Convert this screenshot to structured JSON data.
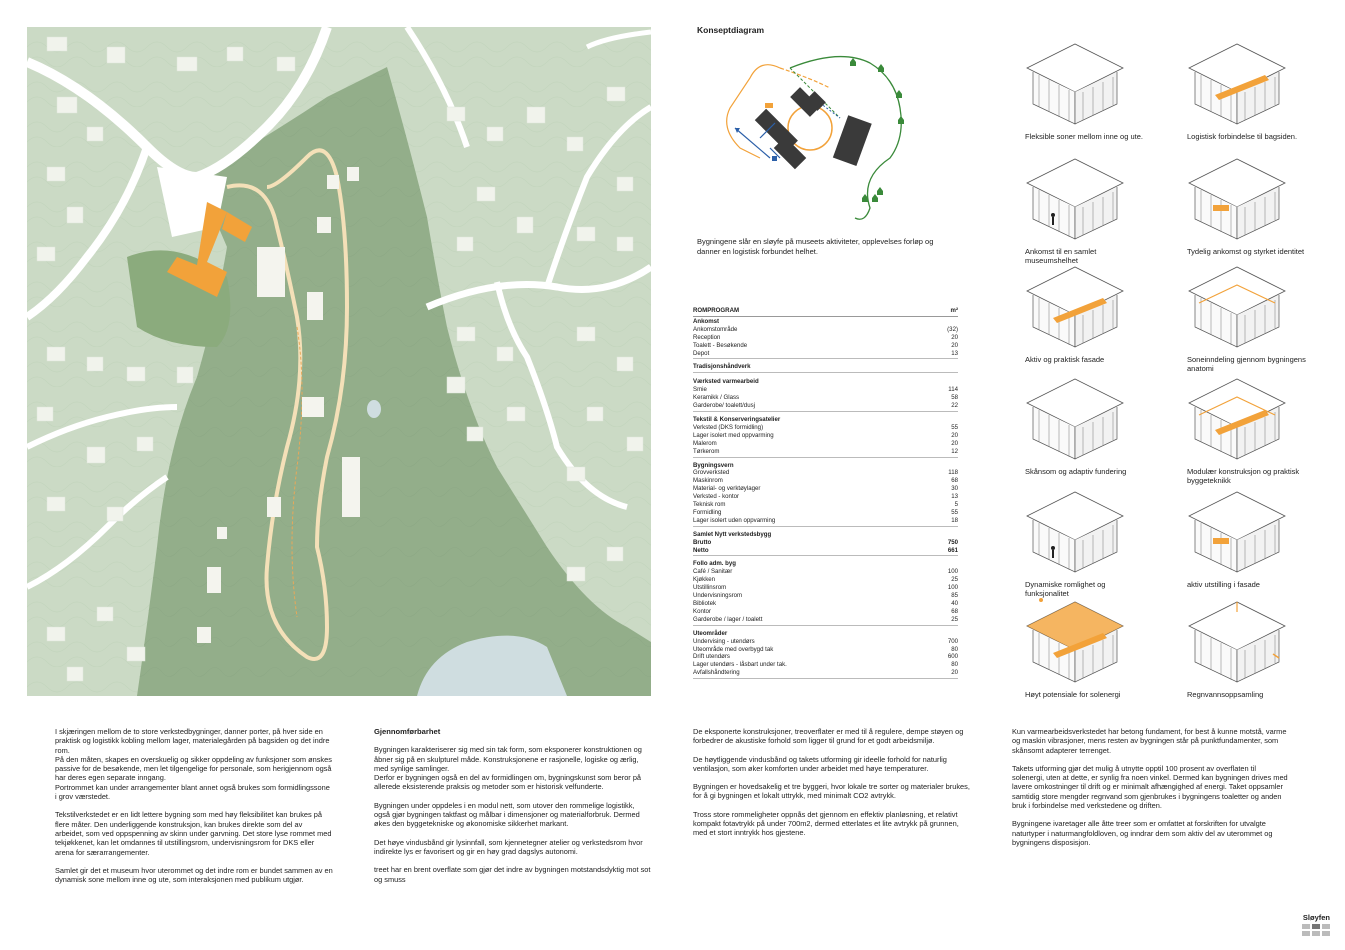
{
  "concept": {
    "title": "Konseptdiagram",
    "caption": "Bygningene slår en sløyfe på museets aktiviteter, opplevelses forløp og danner en logistisk forbundet helhet."
  },
  "romprogram": {
    "title": "ROMPROGRAM",
    "unit": "m²",
    "groups": [
      {
        "title": "Ankomst",
        "rows": [
          {
            "label": "Ankomstområde",
            "value": "(32)"
          },
          {
            "label": "Reception",
            "value": "20"
          },
          {
            "label": "Toalett - Besøkende",
            "value": "20"
          },
          {
            "label": "Depot",
            "value": "13"
          }
        ]
      },
      {
        "title": "Tradisjonshåndverk",
        "rows": []
      },
      {
        "title": "Værksted varmearbeid",
        "rows": [
          {
            "label": "Smie",
            "value": "114"
          },
          {
            "label": "Keramikk / Glass",
            "value": "58"
          },
          {
            "label": "Garderobe/ toalett/dusj",
            "value": "22"
          }
        ]
      },
      {
        "title": "Tekstil & Konserveringsatelier",
        "rows": [
          {
            "label": "Verksted (DKS formidling)",
            "value": "55"
          },
          {
            "label": "Lager isolert med oppvarming",
            "value": "20"
          },
          {
            "label": "Malerom",
            "value": "20"
          },
          {
            "label": "Tørkerom",
            "value": "12"
          }
        ]
      },
      {
        "title": "Bygningsvern",
        "rows": [
          {
            "label": "Grovverksted",
            "value": "118"
          },
          {
            "label": "Maskinrom",
            "value": "68"
          },
          {
            "label": "Material- og verktøylager",
            "value": "30"
          },
          {
            "label": "Verksted - kontor",
            "value": "13"
          },
          {
            "label": "Teknisk rom",
            "value": "5"
          },
          {
            "label": "Formidling",
            "value": "55"
          },
          {
            "label": "Lager isolert uden oppvarming",
            "value": "18"
          }
        ]
      },
      {
        "title": "Samlet  Nytt verkstedsbygg",
        "rows": [
          {
            "label": "Brutto",
            "value": "750",
            "bold": true
          },
          {
            "label": "Netto",
            "value": "661",
            "bold": true
          }
        ]
      },
      {
        "title": "Follo adm. byg",
        "rows": [
          {
            "label": "Café / Sanitær",
            "value": "100"
          },
          {
            "label": "Kjøkken",
            "value": "25"
          },
          {
            "label": "Utstillinsrom",
            "value": "100"
          },
          {
            "label": "Undervisningsrom",
            "value": "85"
          },
          {
            "label": "Bibliotek",
            "value": "40"
          },
          {
            "label": "Kontor",
            "value": "68"
          },
          {
            "label": "Garderobe / lager / toalett",
            "value": "25"
          }
        ]
      },
      {
        "title": "Uteområder",
        "rows": [
          {
            "label": "Undervising - utendørs",
            "value": "700"
          },
          {
            "label": "Uteområde med overbygd tak",
            "value": "80"
          },
          {
            "label": "Drift utendørs",
            "value": "600"
          },
          {
            "label": "Lager utendørs - låsbart under tak.",
            "value": "80"
          },
          {
            "label": "Avfallshåndtering",
            "value": "20"
          }
        ]
      }
    ]
  },
  "isometrics": [
    {
      "label": "Fleksible soner mellom inne og ute."
    },
    {
      "label": "Logistisk forbindelse til bagsiden."
    },
    {
      "label": "Ankomst til en samlet museumshelhet"
    },
    {
      "label": "Tydelig ankomst og styrket identitet"
    },
    {
      "label": "Aktiv og praktisk fasade"
    },
    {
      "label": "Soneinndeling gjennom bygningens anatomi"
    },
    {
      "label": "Skånsom og adaptiv fundering"
    },
    {
      "label": "Modulær konstruksjon og praktisk byggeteknikk"
    },
    {
      "label": "Dynamiske romlighet og funksjonalitet"
    },
    {
      "label": "aktiv utstilling i fasade"
    },
    {
      "label": "Høyt potensiale for solenergi"
    },
    {
      "label": "Regnvannsoppsamling"
    }
  ],
  "body": {
    "col1": [
      "I skjæringen mellom de to store verkstedbygninger, danner porter, på hver side en praktisk og logistikk kobling mellom lager, materialegården på bagsiden og det indre rom.\nPå den måten, skapes en overskuelig og sikker oppdeling av funksjoner som ønskes passive for de besøkende, men let tilgengelige for personale, som herigjennom også har deres egen separate inngang.\nPortrommet kan under arrangementer blant annet også brukes som formidlingssone i grov værstedet.",
      "Tekstilverkstedet er en lidt lettere bygning som med høy fleksibilitet kan brukes på flere måter. Den underliggende konstruksjon, kan brukes direkte som del av arbeidet, som ved oppspenning av skinn under garvning. Det store lyse rommet med tekjøkkenet, kan let omdannes til utstillingsrom, undervisningsrom for DKS eller arena for særarrangementer.",
      "Samlet gir det et museum hvor uterommet og det indre rom er bundet sammen av en dynamisk sone mellom inne og ute, som interaksjonen med publikum utgjør."
    ],
    "col2_heading": "Gjennomførbarhet",
    "col2": [
      "Bygningen karakteriserer sig med sin tak form, som eksponerer konstruktionen og åbner sig på en skulpturel måde. Konstruksjonene er rasjonelle, logiske og ærlig, med synlige samlinger.\nDerfor er bygningen også en del av formidlingen om, bygningskunst som beror på allerede eksisterende praksis og metoder som er historisk velfunderte.",
      "Bygningen under oppdeles i en modul nett, som utover den rommelige logistikk, også gjør bygningen taktfast og målbar i dimensjoner og materialforbruk. Dermed økes den byggetekniske og økonomiske sikkerhet markant.",
      "Det høye vindusbånd gir lysinnfall, som kjennetegner atelier og verkstedsrom hvor indirekte lys er favorisert og gir en høy grad dagslys autonomi.",
      "treet har en brent overflate som gjør det indre av bygningen motstandsdyktig mot sot og smuss"
    ],
    "col3": [
      "De eksponerte konstruksjoner, treoverflater er med til å regulere, dempe støyen og forbedrer de akustiske forhold som ligger til grund for et godt arbeidsmiljø.",
      "De høytliggende vindusbånd og takets utforming gir ideelle forhold for naturlig ventilasjon, som øker komforten under arbeidet med høye temperaturer.",
      "Bygningen er hovedsakelig et tre byggeri, hvor lokale tre sorter og materialer brukes, for å gi bygningen et lokalt uttrykk, med minimalt CO2 avtrykk.",
      "Tross store rommeligheter oppnås det gjennom en effektiv planløsning, et relativt kompakt fotavtrykk på under 700m2, dermed etterlates et lite avtrykk på grunnen, med et stort inntrykk hos gjestene."
    ],
    "col4": [
      "Kun varmearbeidsverkstedet har betong fundament, for best å kunne motstå, varme og maskin vibrasjoner, mens resten av bygningen står på punktfundamenter, som skånsomt adapterer terrenget.",
      "Takets utforming gjør det mulig å utnytte opptil 100 prosent av overflaten til solenergi, uten at dette, er synlig fra noen vinkel. Dermed kan bygningen drives med lavere omkostninger til drift og er minimalt afhængighed af energi. Taket oppsamler samtidig store mengder regnvand som gjenbrukes i bygningens toaletter og anden bruk i forbindelse med verkstedene og driften.",
      "Bygningene ivaretager alle åtte treer som er omfattet at forskriften for utvalgte naturtyper i naturmangfoldloven, og inndrar dem som aktiv del av uterommet og bygningens disposisjon."
    ]
  },
  "logo": {
    "text": "Sløyfen"
  },
  "colors": {
    "accent": "#f2a23a",
    "green": "#3a8a3a",
    "blue": "#2b5fa8",
    "map_green": "#a9c3a0",
    "map_dark": "#7c9a73",
    "building": "#3a3a3a"
  }
}
